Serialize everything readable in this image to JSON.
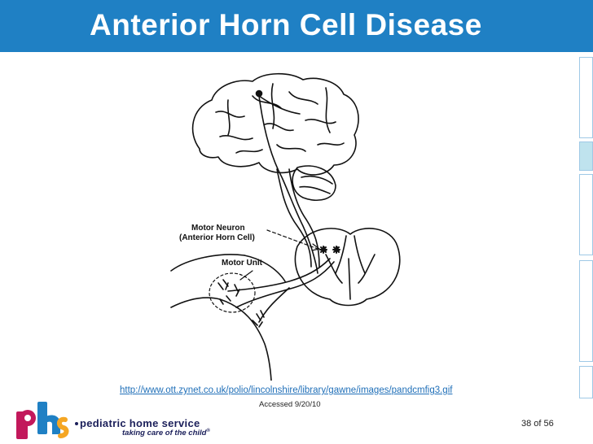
{
  "slide": {
    "title": "Anterior Horn Cell Disease",
    "source_url": "http://www.ott.zynet.co.uk/polio/lincolnshire/library/gawne/images/pandcmfig3.gif",
    "accessed": "Accessed 9/20/10",
    "slide_number": "38 of 56"
  },
  "figure": {
    "label_motor_neuron": "Motor Neuron",
    "label_anterior_horn_cell": "(Anterior Horn Cell)",
    "label_motor_unit": "Motor Unit"
  },
  "brand": {
    "logo_letters": "phs",
    "name": "pediatric home service",
    "tagline": "taking care of the child"
  },
  "colors": {
    "title_bar": "#1f80c4",
    "link": "#1f6fb8",
    "logo_p": "#c2185b",
    "logo_h": "#1f80c4",
    "logo_s": "#f5a623"
  }
}
